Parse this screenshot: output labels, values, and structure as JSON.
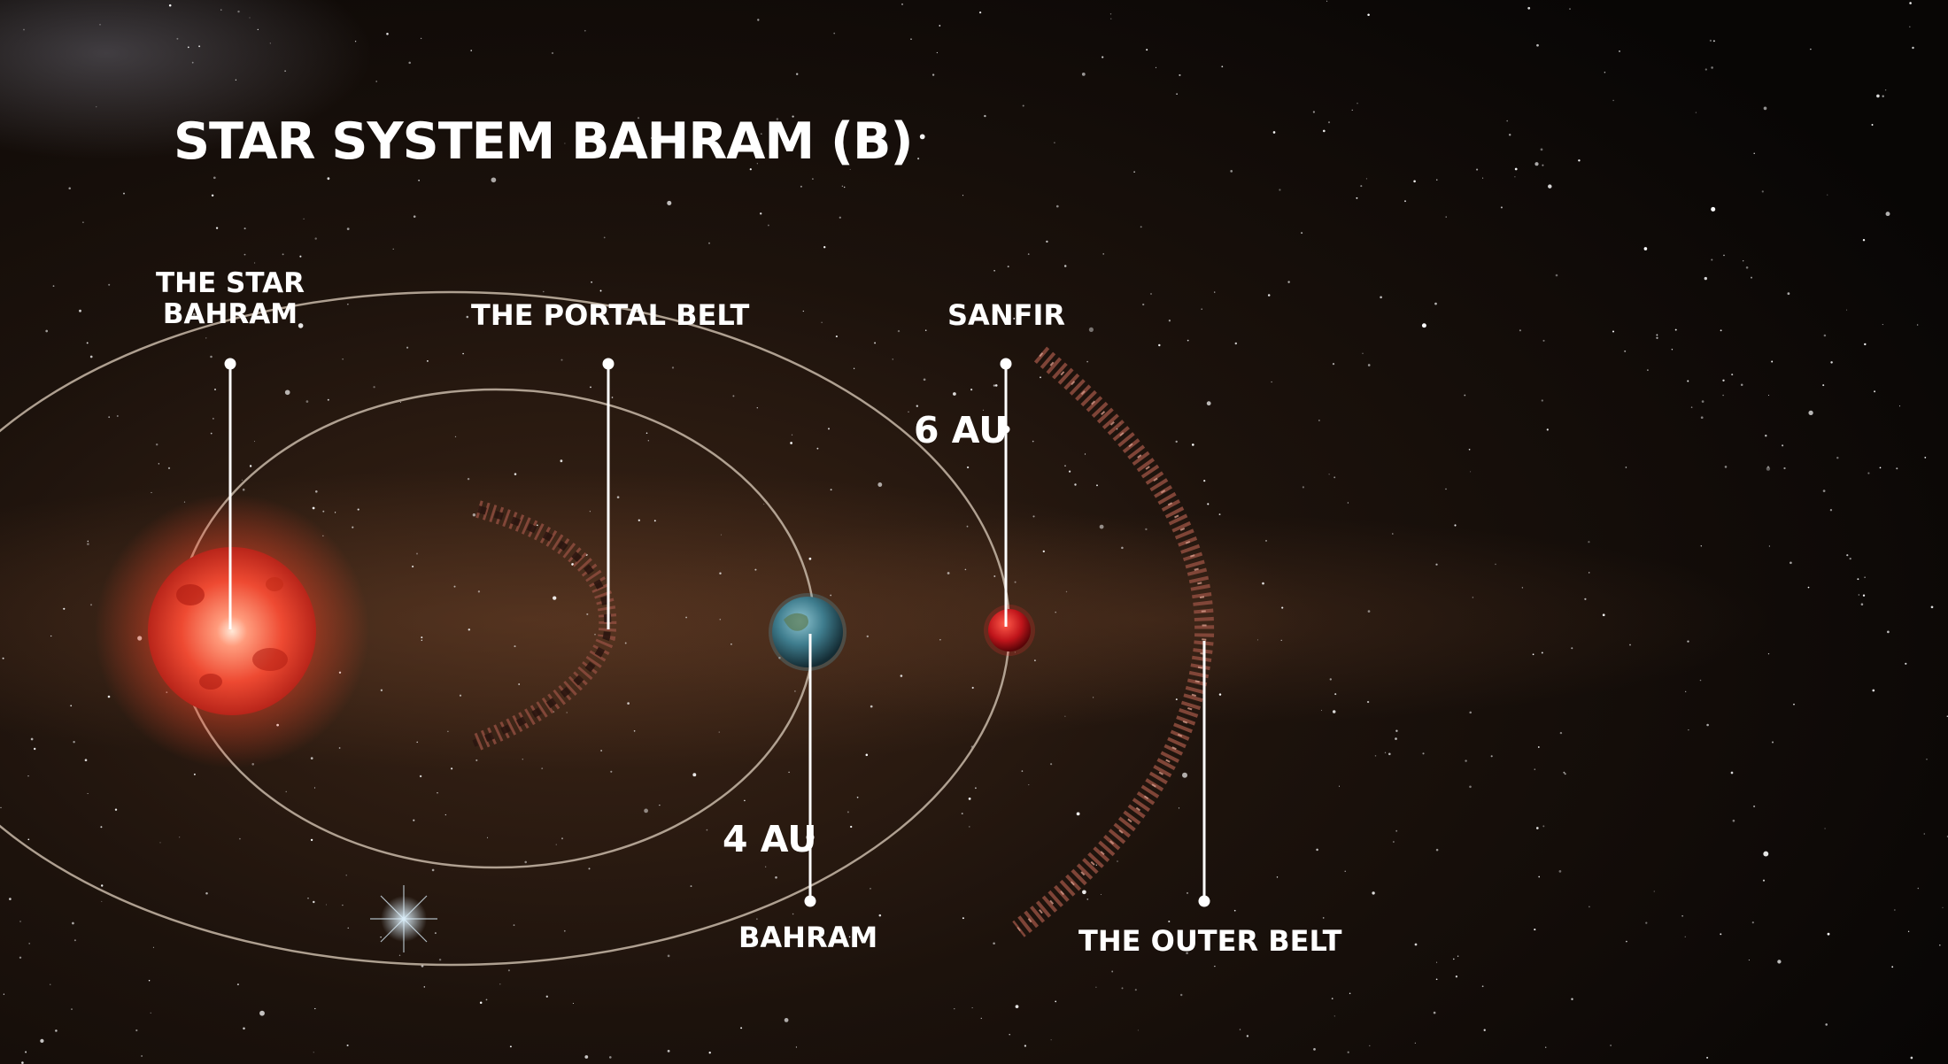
{
  "title": "STAR SYSTEM BAHRAM (B)",
  "labels": {
    "star_line1": "THE STAR",
    "star_line2": "BAHRAM",
    "portal_belt": "THE PORTAL BELT",
    "sanfir": "SANFIR",
    "bahram": "BAHRAM",
    "outer_belt": "THE OUTER BELT"
  },
  "distances": {
    "sanfir": "6 AU",
    "bahram": "4 AU"
  },
  "colors": {
    "star": "#e8452f",
    "planet_bahram": "#3f7d8e",
    "planet_sanfir": "#c0151b",
    "belt": "#8a4a3c",
    "orbit": "#c8b9a8",
    "callout": "#ffffff"
  }
}
